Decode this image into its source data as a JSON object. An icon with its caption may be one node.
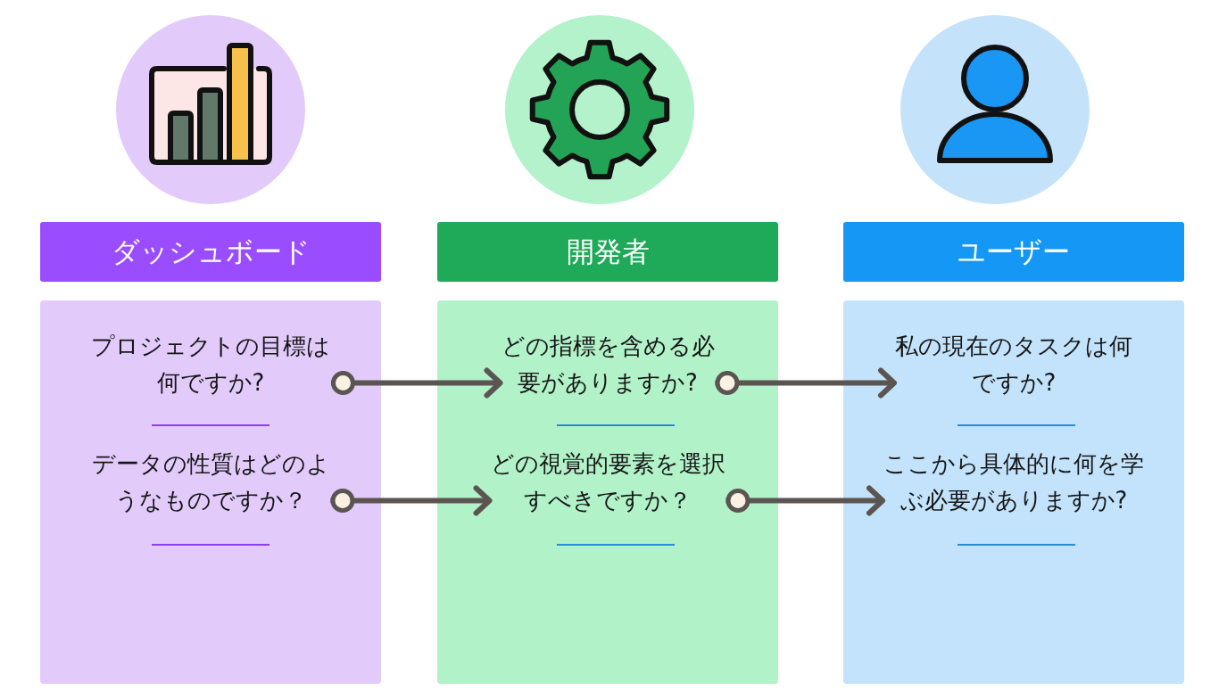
{
  "diagram": {
    "nodes": [
      {
        "text": [
          "ダッシュボード"
        ]
      },
      {
        "text": [],
        "shape": "box"
      },
      {
        "text": [
          "プロジェクトの目標は何ですか?"
        ],
        "in": 1
      },
      {
        "text": [
          "データの性質はどのようなものですか？"
        ],
        "in": 1
      },
      {
        "text": [
          "開発者"
        ]
      },
      {
        "text": [],
        "shape": "box"
      },
      {
        "text": [
          "どの指標を含める必要がありますか?"
        ],
        "in": 5
      },
      {
        "text": [
          "どの視覚的要素を選択すべきですか？"
        ],
        "in": 5
      },
      {
        "text": [
          "ユーザー"
        ]
      },
      {
        "text": [],
        "shape": "box"
      },
      {
        "text": [
          "私の現在のタスクは何ですか?"
        ],
        "in": 9
      },
      {
        "text": [
          "ここから具体的に何を学ぶ必要がありますか?"
        ],
        "in": 9
      }
    ],
    "edges": [
      {
        "from": 2,
        "to": 6,
        "arrow": "to"
      },
      {
        "from": 3,
        "to": 7,
        "arrow": "to"
      },
      {
        "from": 6,
        "to": 10,
        "arrow": "to"
      },
      {
        "from": 7,
        "to": 11,
        "arrow": "to"
      }
    ]
  }
}
